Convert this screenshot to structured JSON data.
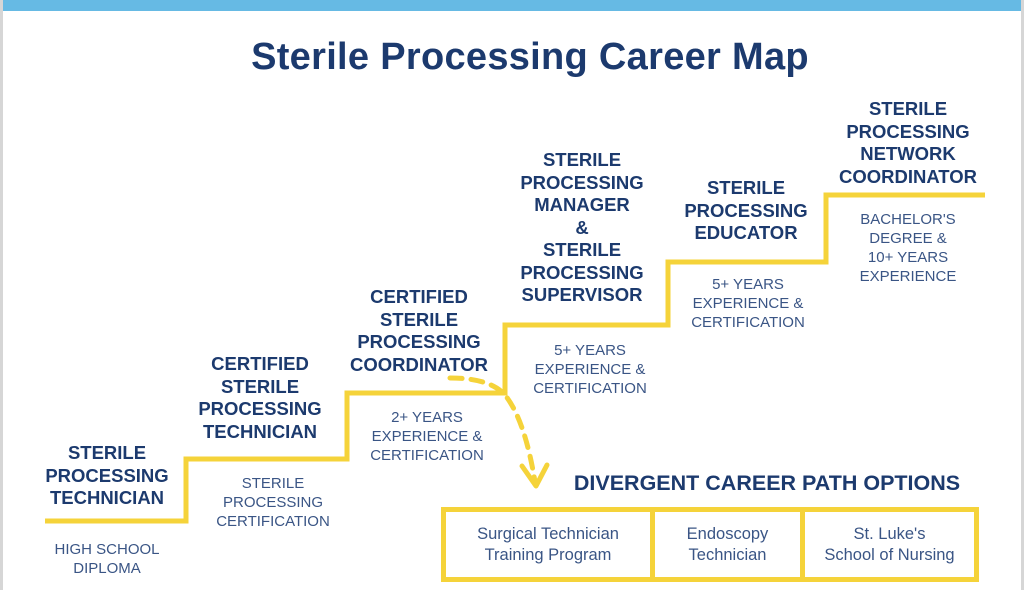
{
  "title": "Sterile Processing Career Map",
  "colors": {
    "navy": "#1c3a6e",
    "yellow": "#f5d33a",
    "topbar": "#66bae4"
  },
  "steps": [
    {
      "role": [
        "STERILE",
        "PROCESSING",
        "TECHNICIAN"
      ],
      "requirement": [
        "HIGH SCHOOL",
        "DIPLOMA"
      ]
    },
    {
      "role": [
        "CERTIFIED",
        "STERILE",
        "PROCESSING",
        "TECHNICIAN"
      ],
      "requirement": [
        "STERILE",
        "PROCESSING",
        "CERTIFICATION"
      ]
    },
    {
      "role": [
        "CERTIFIED",
        "STERILE",
        "PROCESSING",
        "COORDINATOR"
      ],
      "requirement": [
        "2+ YEARS",
        "EXPERIENCE &",
        "CERTIFICATION"
      ]
    },
    {
      "role": [
        "STERILE",
        "PROCESSING",
        "MANAGER",
        "&",
        "STERILE",
        "PROCESSING",
        "SUPERVISOR"
      ],
      "requirement": [
        "5+ YEARS",
        "EXPERIENCE &",
        "CERTIFICATION"
      ]
    },
    {
      "role": [
        "STERILE",
        "PROCESSING",
        "EDUCATOR"
      ],
      "requirement": [
        "5+ YEARS",
        "EXPERIENCE &",
        "CERTIFICATION"
      ]
    },
    {
      "role": [
        "STERILE",
        "PROCESSING",
        "NETWORK",
        "COORDINATOR"
      ],
      "requirement": [
        "BACHELOR'S",
        "DEGREE &",
        "10+ YEARS",
        "EXPERIENCE"
      ]
    }
  ],
  "divergent": {
    "title": "DIVERGENT CAREER PATH OPTIONS",
    "options": [
      [
        "Surgical Technician",
        "Training Program"
      ],
      [
        "Endoscopy",
        "Technician"
      ],
      [
        "St. Luke's",
        "School of Nursing"
      ]
    ]
  }
}
